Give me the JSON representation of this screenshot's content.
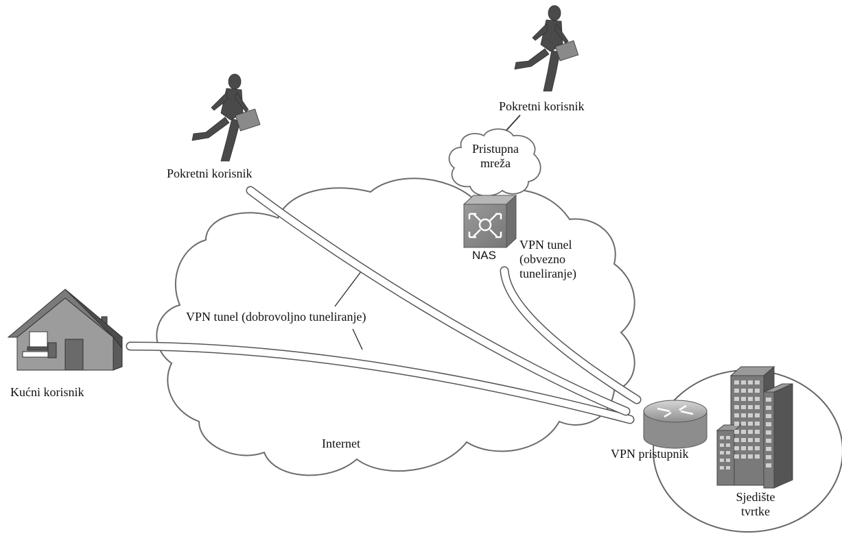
{
  "labels": {
    "mobile_user_left": "Pokretni korisnik",
    "mobile_user_top": "Pokretni korisnik",
    "access_network_line1": "Pristupna",
    "access_network_line2": "mreža",
    "nas": "NAS",
    "compulsory_tunnel_line1": "VPN tunel",
    "compulsory_tunnel_line2": "(obvezno",
    "compulsory_tunnel_line3": "tuneliranje)",
    "voluntary_tunnel": "VPN tunel (dobrovoljno tuneliranje)",
    "home_user": "Kućni korisnik",
    "internet": "Internet",
    "vpn_gateway": "VPN pristupnik",
    "headquarters_line1": "Sjedište",
    "headquarters_line2": "tvrtke"
  },
  "icons": [
    "running-businessman-icon",
    "house-with-computer-icon",
    "nas-switch-icon",
    "router-icon",
    "office-building-icon",
    "cloud-icon"
  ],
  "colors": {
    "line": "#6b6b6b",
    "figure": "#4a4a4a",
    "device": "#8a8a8a"
  }
}
